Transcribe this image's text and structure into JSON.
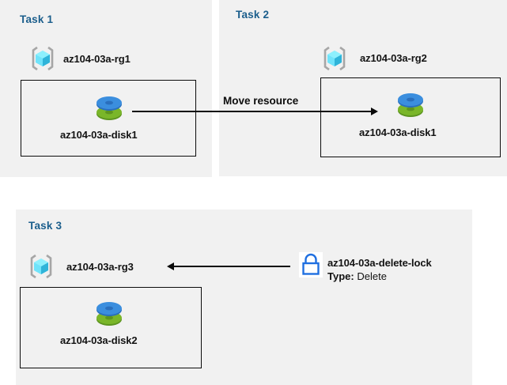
{
  "diagram": {
    "title": "Azure resource group tasks diagram",
    "colors": {
      "panel_background": "#f1f1f1",
      "page_background": "#ffffff",
      "task_title": "#1b5e8c",
      "box_border": "#0c0c0c",
      "arrow": "#0a0a0a",
      "text": "#131313",
      "cube_light": "#6fe7fb",
      "cube_mid": "#3fd2f2",
      "cube_dark": "#2aa8cf",
      "bracket": "#a6a6a6",
      "disk_blue": "#3b8ede",
      "disk_blue_dark": "#2a6fbd",
      "disk_green": "#7ab629",
      "disk_green_dark": "#5d9420",
      "lock_blue": "#1f6fe0"
    }
  },
  "panels": [
    {
      "id": "task1",
      "title": "Task 1",
      "resource_group": {
        "icon": "resource-group-icon",
        "label": "az104-03a-rg1"
      },
      "resource": {
        "icon": "managed-disk-icon",
        "label": "az104-03a-disk1"
      }
    },
    {
      "id": "task2",
      "title": "Task 2",
      "resource_group": {
        "icon": "resource-group-icon",
        "label": "az104-03a-rg2"
      },
      "resource": {
        "icon": "managed-disk-icon",
        "label": "az104-03a-disk1"
      }
    },
    {
      "id": "task3",
      "title": "Task 3",
      "resource_group": {
        "icon": "resource-group-icon",
        "label": "az104-03a-rg3"
      },
      "resource": {
        "icon": "managed-disk-icon",
        "label": "az104-03a-disk2"
      },
      "lock": {
        "icon": "lock-icon",
        "label": "az104-03a-delete-lock",
        "type_key": "Type:",
        "type_value": "Delete"
      }
    }
  ],
  "connectors": [
    {
      "id": "move-resource",
      "label": "Move resource",
      "direction": "right",
      "from": "task1-disk1",
      "to": "task2-disk1"
    },
    {
      "id": "lock-applies-to",
      "label": "",
      "direction": "left",
      "from": "task3-delete-lock",
      "to": "task3-rg3"
    }
  ]
}
